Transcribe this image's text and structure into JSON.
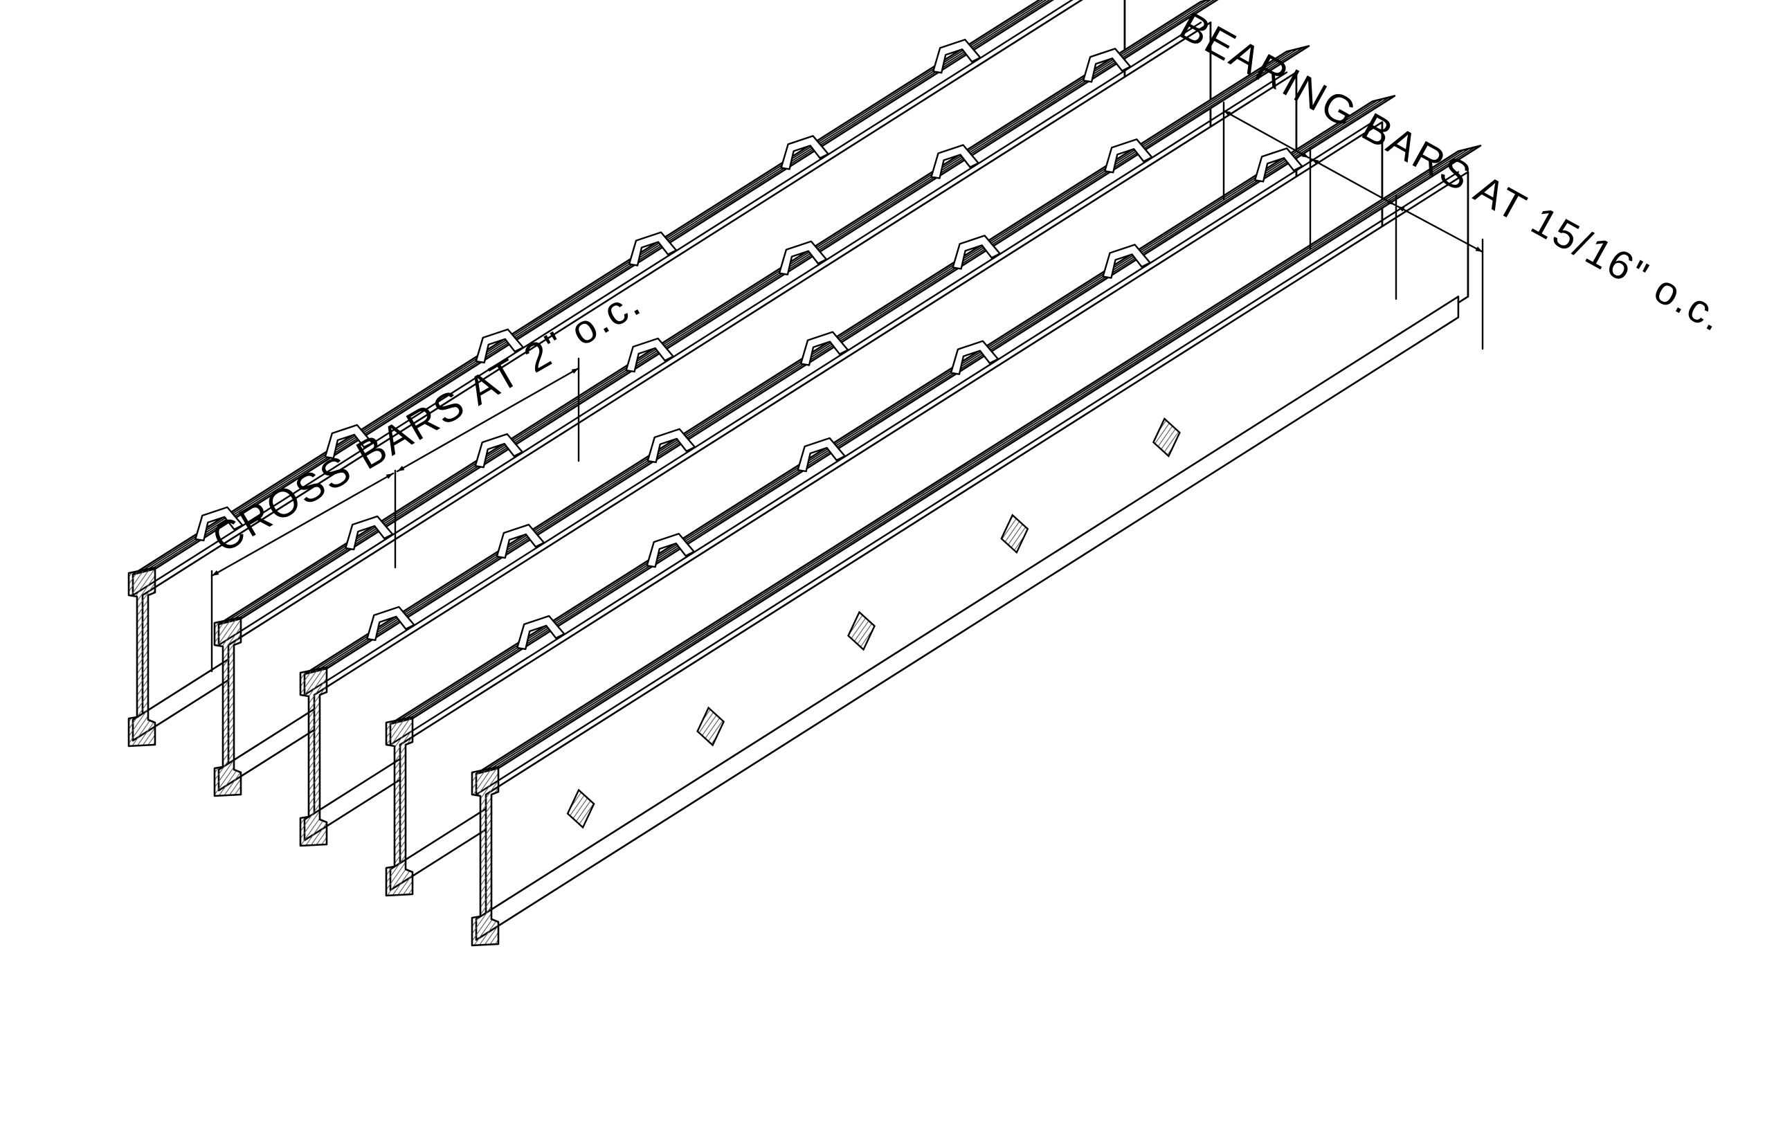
{
  "diagram": {
    "labels": {
      "cross_bars": "CROSS BARS AT 2\" o.c.",
      "bearing_bars": "BEARING BARS AT 15/16\" o.c."
    },
    "bearing_bar_count": 5,
    "cross_bar_dimension_ticks": 3,
    "bearing_bar_dimension_ticks": 4,
    "colors": {
      "line": "#000000",
      "bar_fill": "#ffffff",
      "section_hatch": "#555555",
      "background": "#ffffff"
    }
  }
}
